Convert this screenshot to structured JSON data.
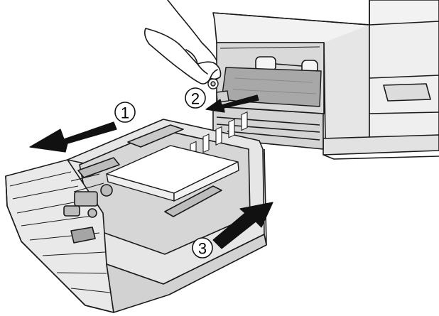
{
  "steps": [
    {
      "label": "1"
    },
    {
      "label": "2"
    },
    {
      "label": "3"
    }
  ],
  "colors": {
    "outline": "#1a1a1a",
    "body_fill": "#e9e9e9",
    "body_shade": "#cfcfcf",
    "dark_shade": "#8a8a8a",
    "arrow_fill": "#111111",
    "paper": "#ffffff",
    "skin": "#ffffff"
  },
  "parts": {
    "printer": "printer-body",
    "tray": "paper-cassette",
    "paper": "paper-stack",
    "jammed_paper": "jammed-paper-sheet",
    "hand": "hand-pulling-paper"
  }
}
